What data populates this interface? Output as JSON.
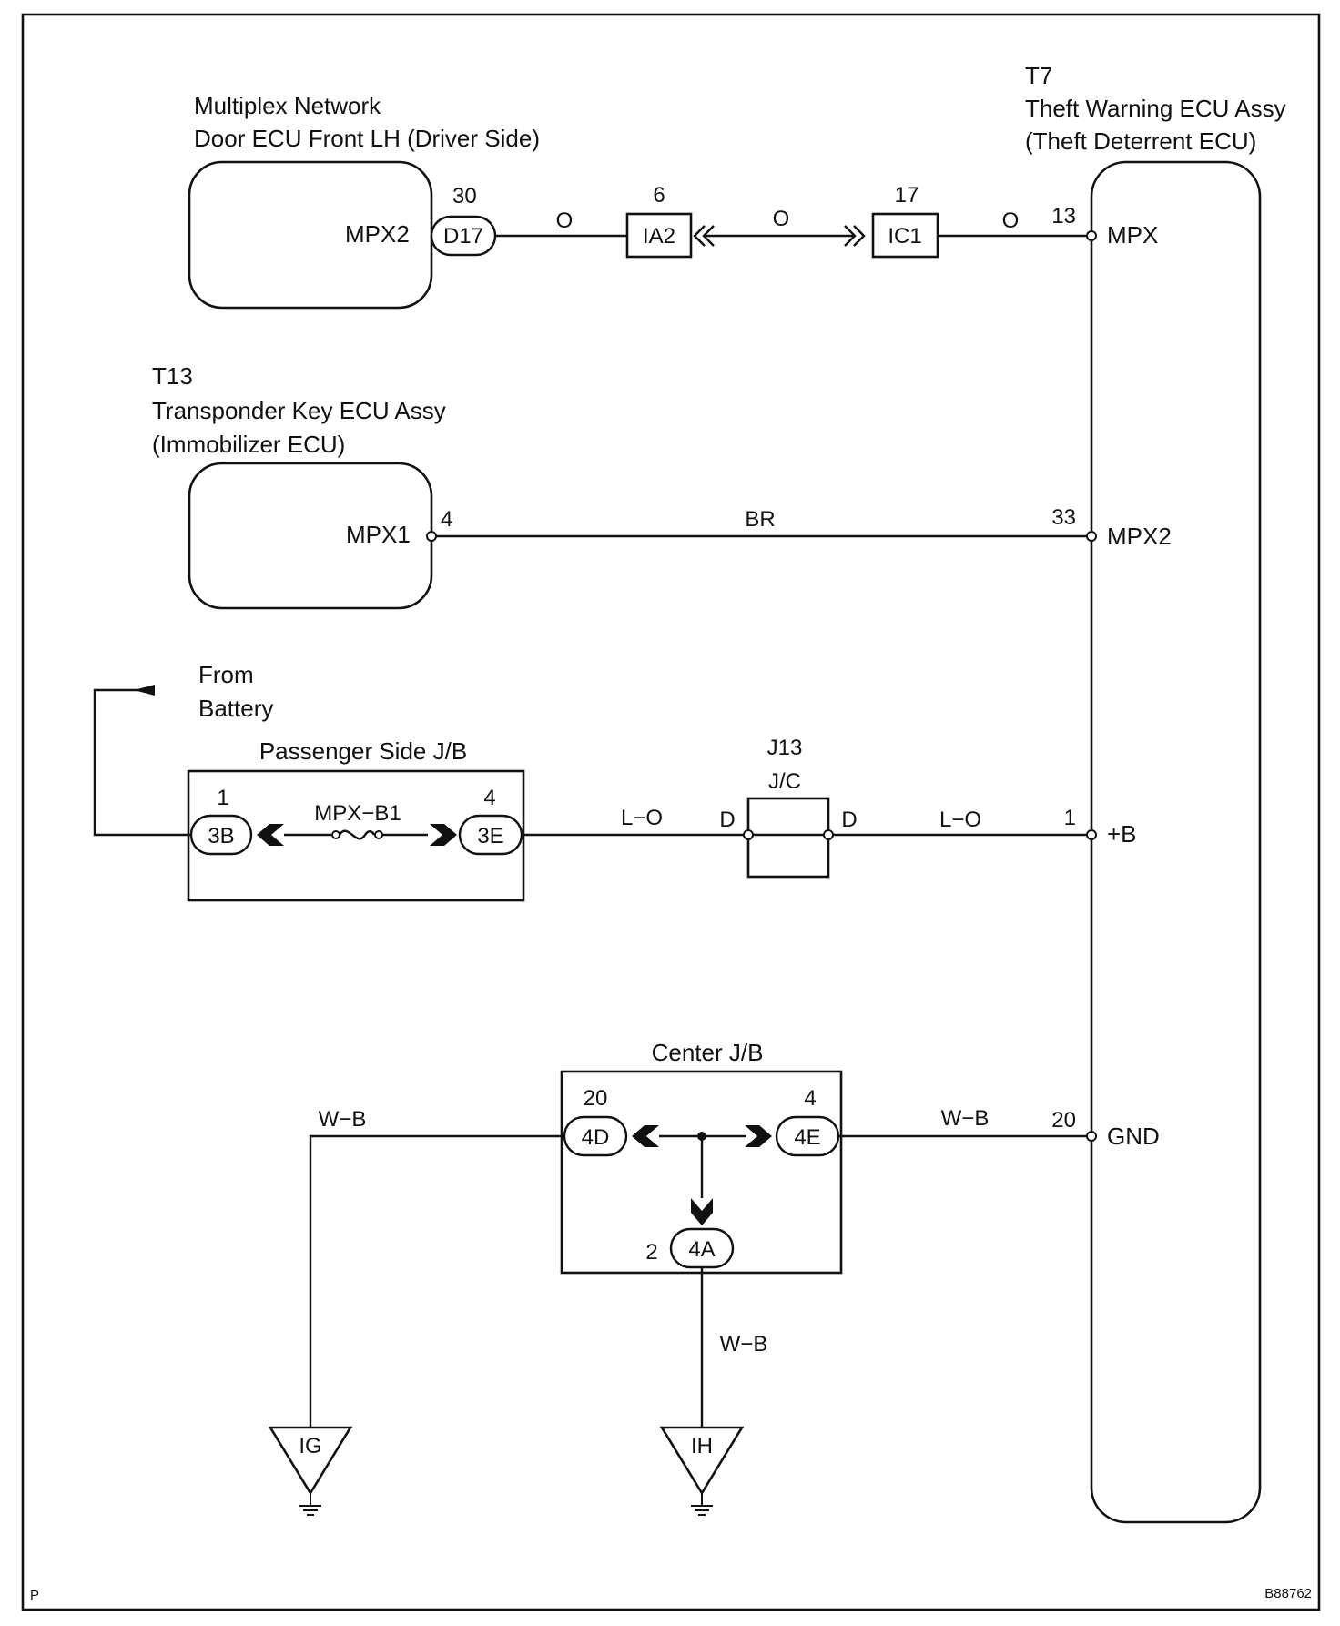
{
  "diagram": {
    "ecu_door": {
      "line1": "Multiplex Network",
      "line2": "Door ECU Front LH (Driver Side)",
      "pin_name": "MPX2",
      "connector": "D17",
      "pin_no": "30"
    },
    "ecu_theft": {
      "code": "T7",
      "line1": "Theft Warning ECU Assy",
      "line2": "(Theft Deterrent ECU)",
      "pins": [
        {
          "no": "13",
          "name": "MPX"
        },
        {
          "no": "33",
          "name": "MPX2"
        },
        {
          "no": "1",
          "name": "+B"
        },
        {
          "no": "20",
          "name": "GND"
        }
      ]
    },
    "ecu_transponder": {
      "code": "T13",
      "line1": "Transponder Key ECU Assy",
      "line2": "(Immobilizer ECU)",
      "pin_name": "MPX1",
      "pin_no": "4"
    },
    "junctions": {
      "ia2": {
        "label": "IA2",
        "pin": "6"
      },
      "ic1": {
        "label": "IC1",
        "pin": "17"
      }
    },
    "wires": {
      "w1": "O",
      "w2": "O",
      "w3": "O",
      "br": "BR",
      "lo1": "L−O",
      "lo2": "L−O",
      "wb_left": "W−B",
      "wb_right": "W−B",
      "wb_down": "W−B"
    },
    "battery": {
      "line1": "From",
      "line2": "Battery"
    },
    "passenger_jb": {
      "title": "Passenger Side J/B",
      "fuse": "MPX−B1",
      "left_conn": "3B",
      "left_pin": "1",
      "right_conn": "3E",
      "right_pin": "4"
    },
    "jc": {
      "code": "J13",
      "name": "J/C",
      "left_pin": "D",
      "right_pin": "D"
    },
    "center_jb": {
      "title": "Center J/B",
      "left_conn": "4D",
      "left_pin": "20",
      "right_conn": "4E",
      "right_pin": "4",
      "bottom_conn": "4A",
      "bottom_pin": "2"
    },
    "grounds": {
      "left": "IG",
      "right": "IH"
    },
    "corner_left": "P",
    "corner_right": "B88762"
  }
}
